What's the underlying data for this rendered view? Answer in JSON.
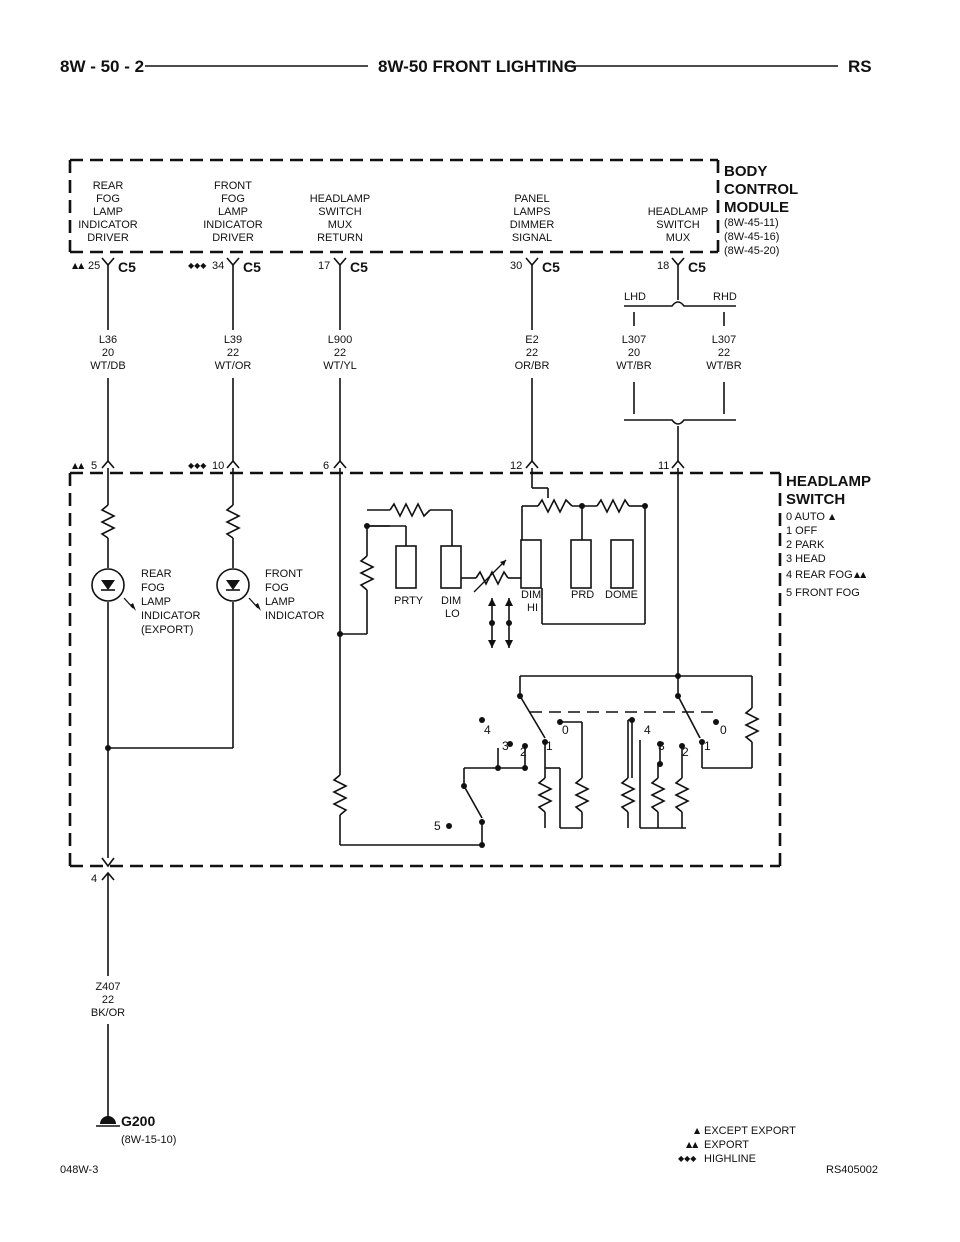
{
  "header": {
    "page_number": "8W - 50 - 2",
    "section_title": "8W-50 FRONT LIGHTING",
    "model_code": "RS"
  },
  "bcm": {
    "title_line1": "BODY",
    "title_line2": "CONTROL",
    "title_line3": "MODULE",
    "refs": [
      "(8W-45-11)",
      "(8W-45-16)",
      "(8W-45-20)"
    ],
    "connector": "C5",
    "circuits": [
      {
        "function": [
          "REAR",
          "FOG",
          "LAMP",
          "INDICATOR",
          "DRIVER"
        ],
        "bcm_pin": "25",
        "bcm_marker": "▲▲",
        "wire": [
          "L36",
          "20",
          "WT/DB"
        ],
        "switch_pin": "5",
        "switch_marker": "▲▲"
      },
      {
        "function": [
          "FRONT",
          "FOG",
          "LAMP",
          "INDICATOR",
          "DRIVER"
        ],
        "bcm_pin": "34",
        "bcm_marker": "◆◆◆",
        "wire": [
          "L39",
          "22",
          "WT/OR"
        ],
        "switch_pin": "10",
        "switch_marker": "◆◆◆"
      },
      {
        "function": [
          "HEADLAMP",
          "SWITCH",
          "MUX",
          "RETURN"
        ],
        "bcm_pin": "17",
        "bcm_marker": "",
        "wire": [
          "L900",
          "22",
          "WT/YL"
        ],
        "switch_pin": "6",
        "switch_marker": ""
      },
      {
        "function": [
          "PANEL",
          "LAMPS",
          "DIMMER",
          "SIGNAL"
        ],
        "bcm_pin": "30",
        "bcm_marker": "",
        "wire": [
          "E2",
          "22",
          "OR/BR"
        ],
        "switch_pin": "12",
        "switch_marker": ""
      },
      {
        "function": [
          "HEADLAMP",
          "SWITCH",
          "MUX"
        ],
        "bcm_pin": "18",
        "bcm_marker": "",
        "wire": [],
        "switch_pin": "11",
        "switch_marker": ""
      }
    ],
    "split": {
      "lhd_label": "LHD",
      "rhd_label": "RHD",
      "lhd_wire": [
        "L307",
        "20",
        "WT/BR"
      ],
      "rhd_wire": [
        "L307",
        "22",
        "WT/BR"
      ]
    }
  },
  "headlamp_switch": {
    "title_line1": "HEADLAMP",
    "title_line2": "SWITCH",
    "positions": [
      {
        "text": "0 AUTO",
        "marker": "▲"
      },
      {
        "text": "1 OFF",
        "marker": ""
      },
      {
        "text": "2 PARK",
        "marker": ""
      },
      {
        "text": "3 HEAD",
        "marker": ""
      },
      {
        "text": "4 REAR FOG",
        "marker": "▲▲"
      },
      {
        "text": "5 FRONT FOG",
        "marker": ""
      }
    ],
    "rear_indicator": [
      "REAR",
      "FOG",
      "LAMP",
      "INDICATOR",
      "(EXPORT)"
    ],
    "front_indicator": [
      "FRONT",
      "FOG",
      "LAMP",
      "INDICATOR"
    ],
    "dimmer_contacts": {
      "prty": "PRTY",
      "dim_lo": [
        "DIM",
        "LO"
      ],
      "dim_hi": [
        "DIM",
        "HI"
      ],
      "prd": "PRD",
      "dome": "DOME"
    },
    "switch_digits_left": [
      "4",
      "3",
      "2",
      "1",
      "0"
    ],
    "switch_digits_right": [
      "4",
      "3",
      "2",
      "1",
      "0"
    ],
    "front_fog_digit": "5",
    "ground_pin": "4"
  },
  "ground": {
    "wire": [
      "Z407",
      "22",
      "BK/OR"
    ],
    "name": "G200",
    "ref": "(8W-15-10)"
  },
  "legend": [
    {
      "marker": "▲",
      "text": "EXCEPT EXPORT"
    },
    {
      "marker": "▲▲",
      "text": "EXPORT"
    },
    {
      "marker": "◆◆◆",
      "text": "HIGHLINE"
    }
  ],
  "footer": {
    "left_code": "048W-3",
    "right_code": "RS405002"
  }
}
